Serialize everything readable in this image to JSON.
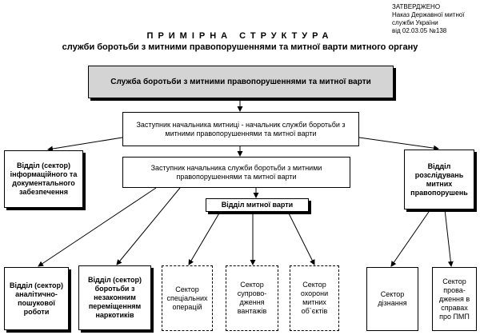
{
  "approval": {
    "line1": "ЗАТВЕРДЖЕНО",
    "line2": "Наказ Державної митної",
    "line3": "служби України",
    "line4": " від 02.03.05  №138"
  },
  "title": "ПРИМІРНА СТРУКТУРА",
  "subtitle": "служби боротьби з митними правопорушеннями та митної варти митного органу",
  "nodes": {
    "service": "Служба боротьби з митними правопорушеннями та митної варти",
    "deputy_head": "Заступник начальника митниці - начальник служби боротьби з митними правопорушеннями та митної варти",
    "deputy_service": "Заступник начальника служби боротьби з митними правопорушеннями та митної варти",
    "info_doc": "Відділ (сектор) інформаційного та документального забезпечення",
    "investigation": "Відділ розслідувань митних правопорушень",
    "customs_guard": "Відділ митної варти",
    "analytical": "Відділ (сектор) аналітично-пошукової роботи",
    "narcotics": "Відділ (сектор) боротьби з незаконним переміщенням наркотиків",
    "special_ops": "Сектор спеціальних операцій",
    "cargo_escort": "Сектор супрово-дження вантажів",
    "protection": "Сектор охорони митних об`єктів",
    "inquiry": "Сектор дізнання",
    "proceedings": "Сектор прова-дження в справах про ПМП"
  }
}
